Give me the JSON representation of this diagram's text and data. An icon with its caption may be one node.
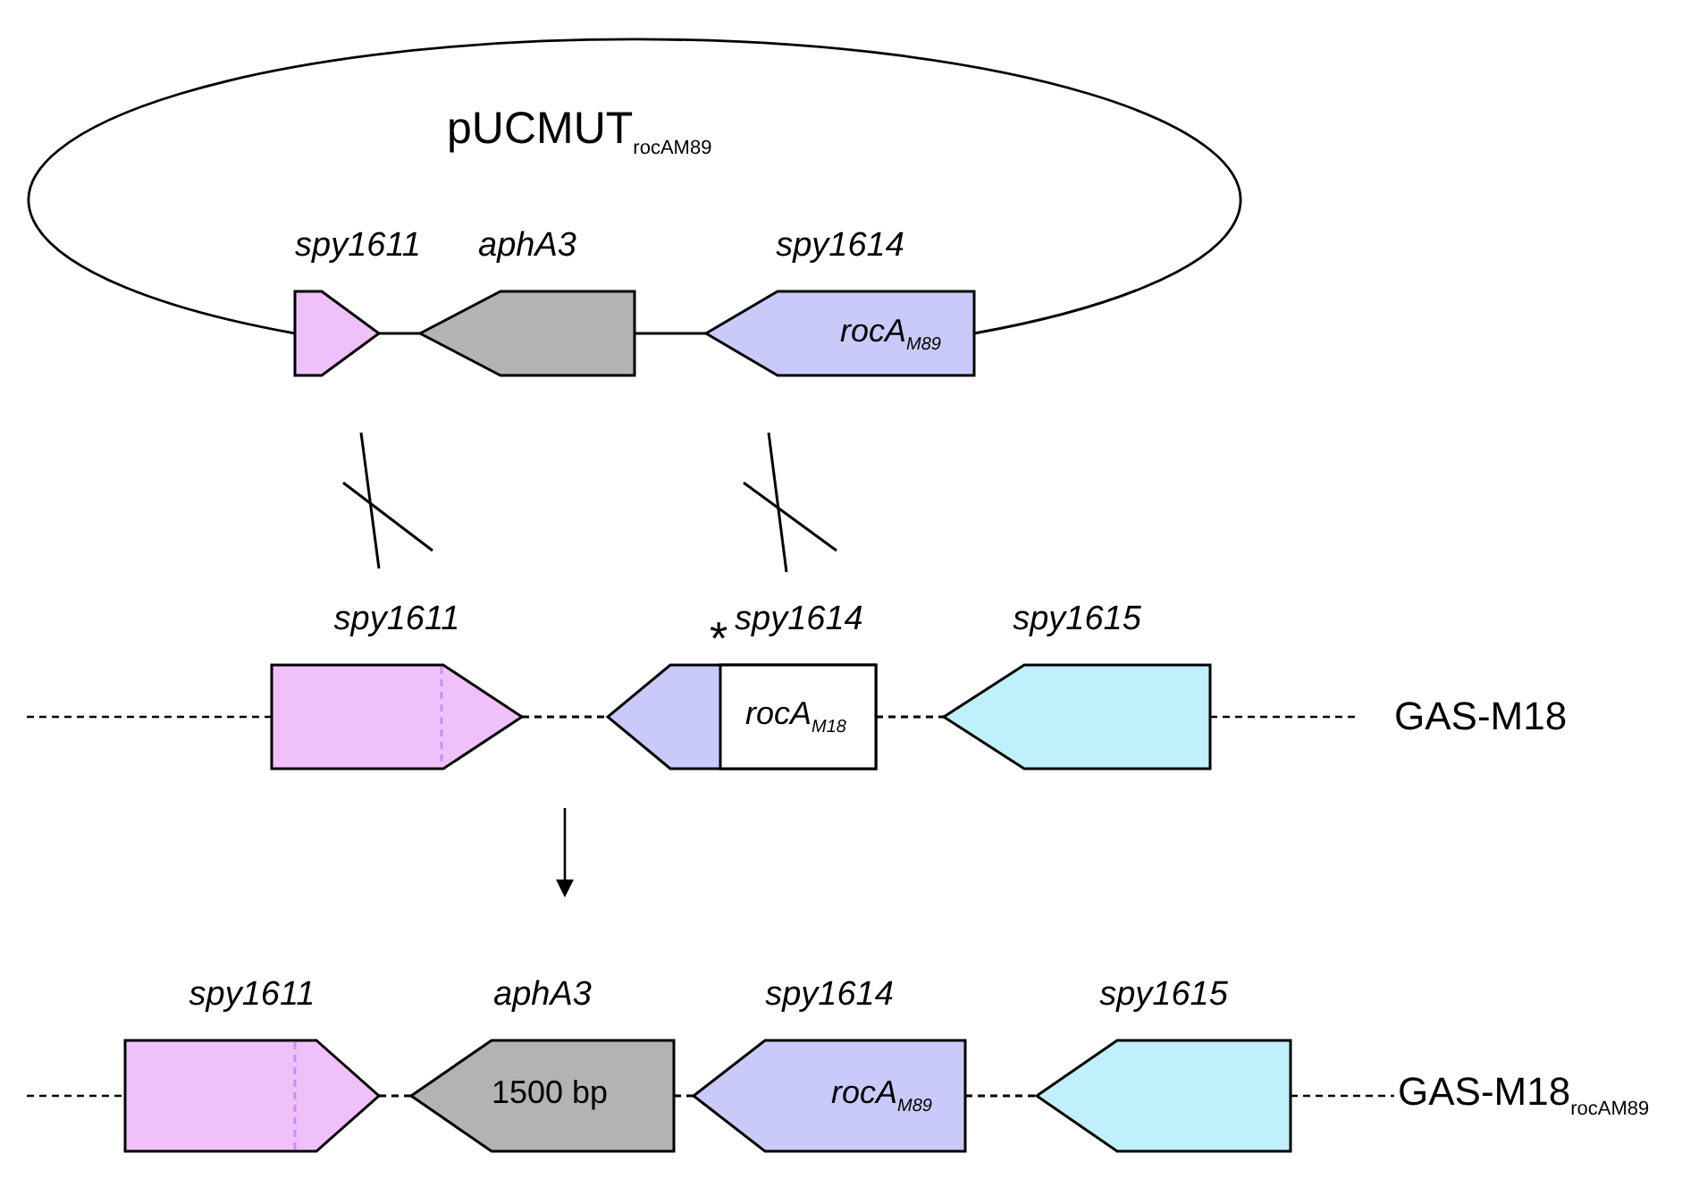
{
  "diagram": {
    "nodes": [
      {
        "text": [
          "spy1611"
        ]
      },
      {
        "text": [
          "aphA3"
        ]
      },
      {
        "text": [
          "spy1614",
          "rocA$_{M89}$"
        ]
      },
      {
        "text": [
          "spy1611"
        ]
      },
      {
        "text": [
          "spy1614",
          "rocA$_{M18}$"
        ],
        "beside": [
          "*"
        ]
      },
      {
        "text": [
          "spy1615"
        ]
      },
      {
        "text": [
          "spy1611"
        ]
      },
      {
        "text": [
          "aphA3",
          "1500 bp"
        ]
      },
      {
        "text": [
          "spy1614",
          "rocA$_{M89}$"
        ]
      },
      {
        "text": [
          "spy1615"
        ]
      }
    ],
    "edges": [
      {
        "from": 0,
        "to": 1,
        "arrow": "none"
      },
      {
        "from": 1,
        "to": 2,
        "arrow": "none"
      },
      {
        "from": 2,
        "to": 0,
        "arrow": "none"
      },
      {
        "from": 3,
        "to": 4,
        "arrow": "none",
        "style": "dashed"
      },
      {
        "from": 4,
        "to": 5,
        "arrow": "none",
        "style": "dashed"
      },
      {
        "from": 6,
        "to": 7,
        "arrow": "none",
        "style": "dashed"
      },
      {
        "from": 7,
        "to": 8,
        "arrow": "none",
        "style": "dashed"
      },
      {
        "from": 8,
        "to": 9,
        "arrow": "none",
        "style": "dashed"
      }
    ],
    "labels": [
      "pUCMUT$_{rocAM89}$",
      "GAS-M18",
      "GAS-M18$_{rocAM89}$"
    ]
  }
}
